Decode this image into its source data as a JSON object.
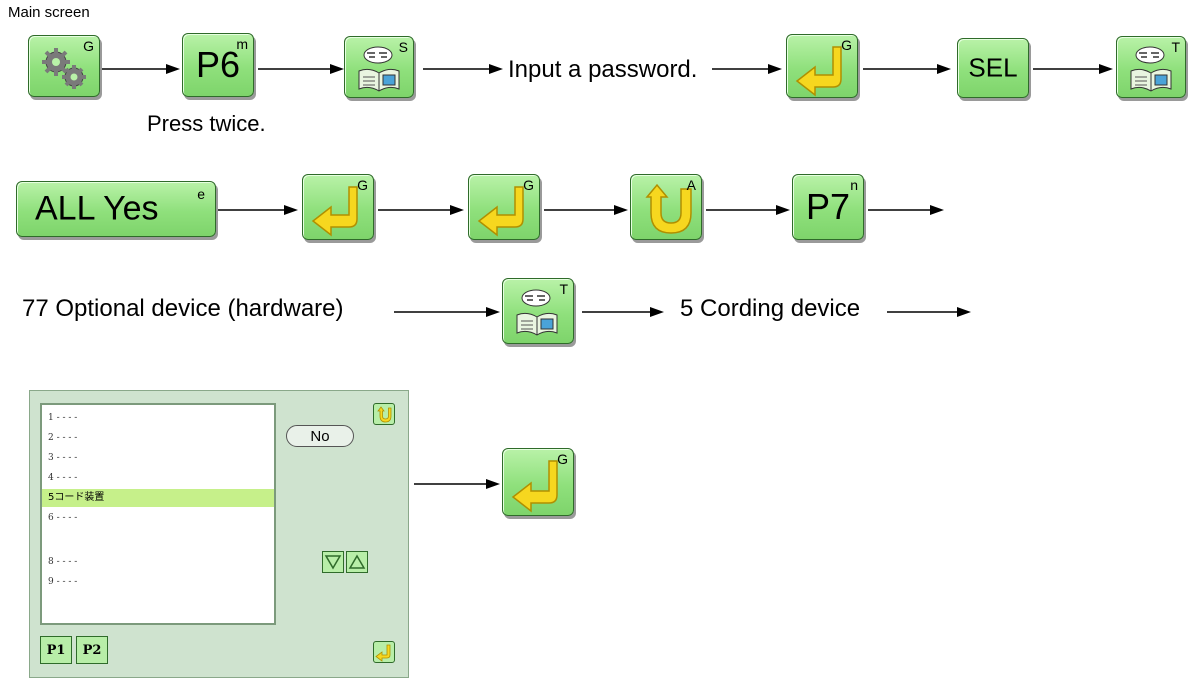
{
  "caption": "Main screen",
  "row1": {
    "btn_gear_key": "G",
    "btn_p6_label": "P6",
    "btn_p6_key": "m",
    "btn_book1_key": "S",
    "instruction": "Input a password.",
    "btn_enter1_key": "G",
    "btn_sel_label": "SEL",
    "btn_book2_key": "T",
    "note": "Press twice."
  },
  "row2": {
    "btn_allyes_label": "ALL Yes",
    "btn_allyes_key": "e",
    "btn_enter2_key": "G",
    "btn_enter3_key": "G",
    "btn_return_key": "A",
    "btn_p7_label": "P7",
    "btn_p7_key": "n"
  },
  "row3": {
    "item_text": "77 Optional device (hardware)",
    "btn_book3_key": "T",
    "result_text": "5 Cording device"
  },
  "screen": {
    "list_items": [
      "1 - - - -",
      "2 - - - -",
      "3 - - - -",
      "4 - - - -",
      "5コード装置",
      "6 - - - -",
      "",
      "8 - - - -",
      "9 - - - -"
    ],
    "selected_index": 4,
    "no_label": "No",
    "page_tabs": [
      "P1",
      "P2"
    ]
  },
  "final": {
    "btn_enter4_key": "G"
  },
  "colors": {
    "button_green": "#8fe07c",
    "icon_yellow": "#f6d71f",
    "highlight": "#c6f08a"
  },
  "icons": [
    "gear-icon",
    "book-icon",
    "enter-arrow-icon",
    "return-arrow-icon",
    "down-triangle-icon",
    "up-triangle-icon"
  ]
}
